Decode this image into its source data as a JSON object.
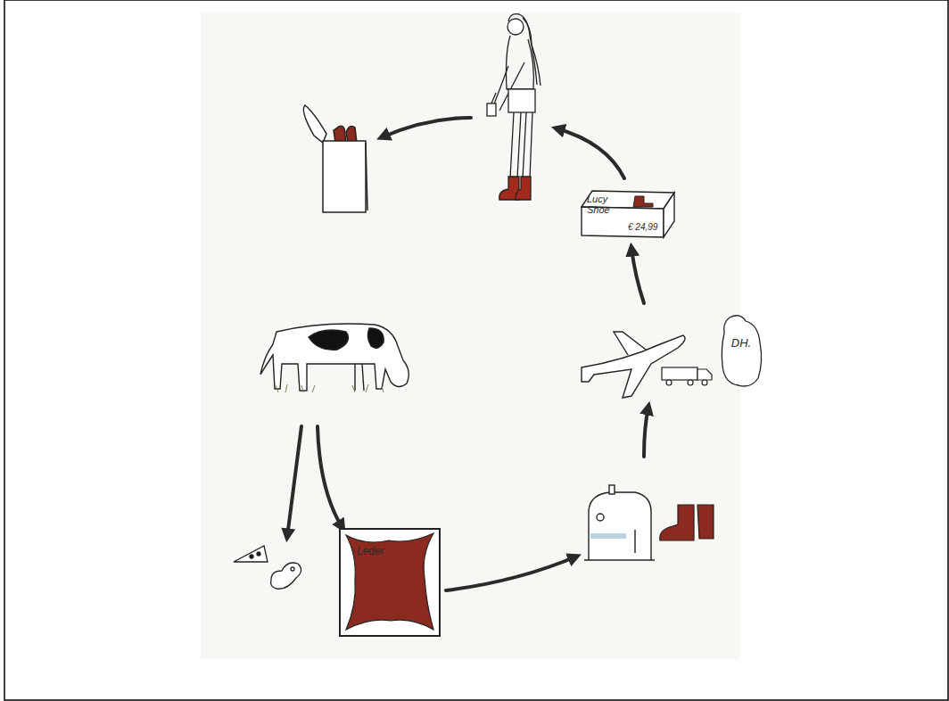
{
  "diagram": {
    "nodes": [
      {
        "text": [
          "Lucy Shoe",
          "€ 24,99"
        ]
      },
      {
        "text": [
          "DH."
        ]
      },
      {
        "text": [
          "Leder"
        ]
      }
    ]
  }
}
